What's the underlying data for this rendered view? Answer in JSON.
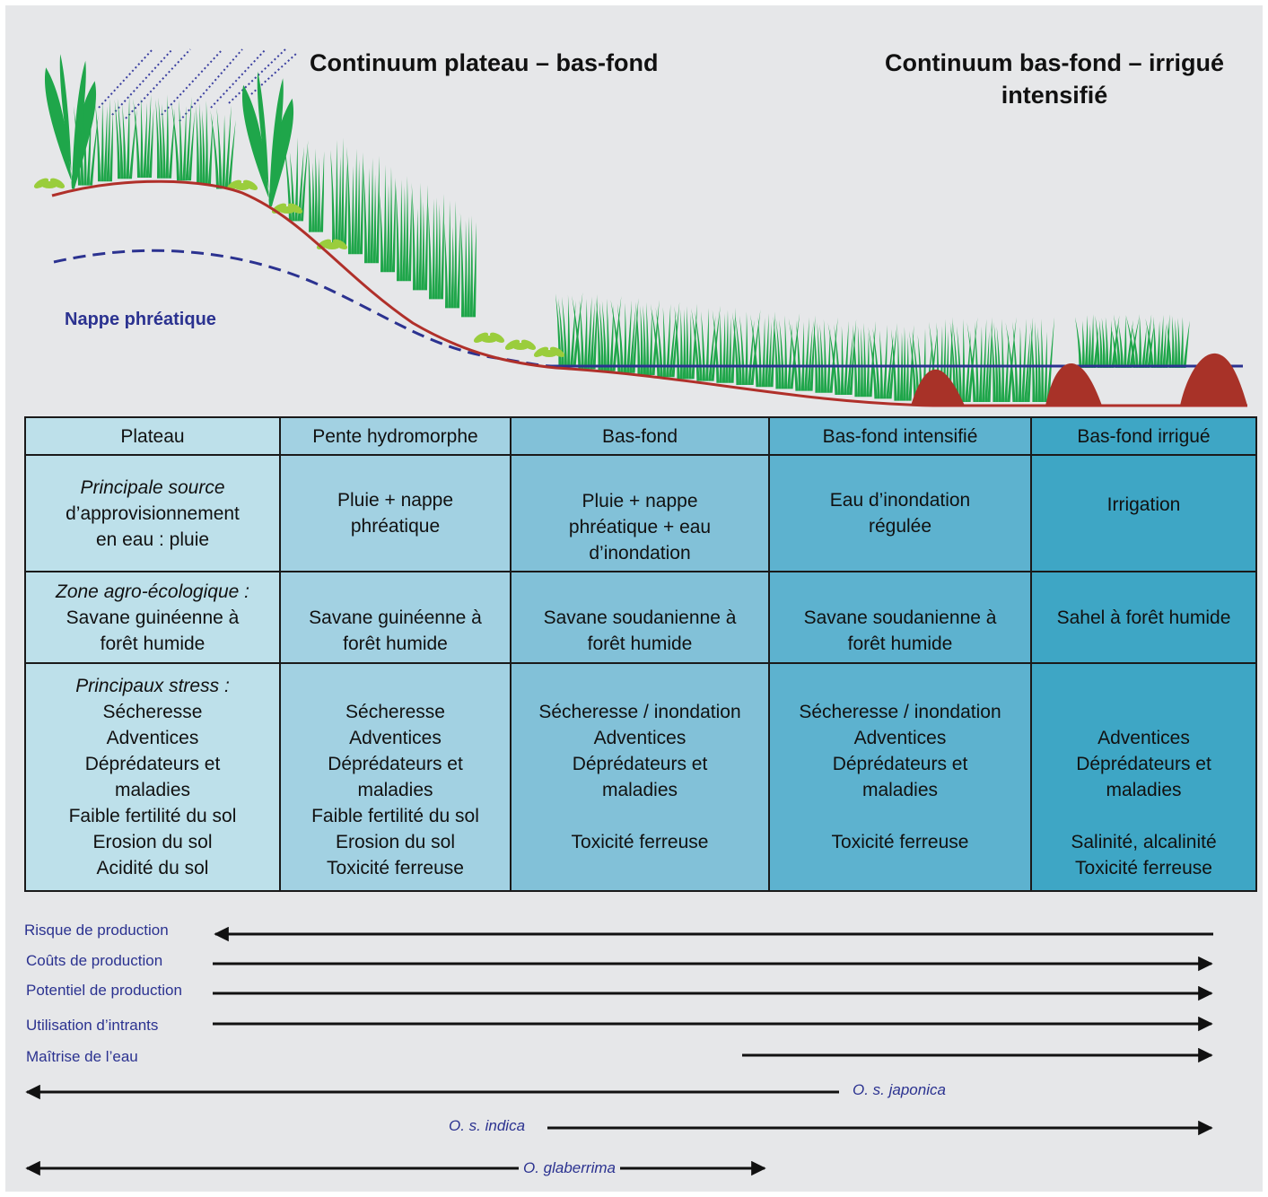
{
  "titles": {
    "left": "Continuum plateau – bas-fond",
    "right": "Continuum bas-fond – irrigué intensifié"
  },
  "nappe_label": "Nappe phréatique",
  "table": {
    "headers": [
      "Plateau",
      "Pente hydromorphe",
      "Bas-fond",
      "Bas-fond intensifié",
      "Bas-fond irrigué"
    ],
    "rows": [
      {
        "label": "Principale source",
        "cells": [
          [
            "d’approvisionnement",
            "en eau : pluie"
          ],
          [
            "Pluie + nappe",
            "phréatique"
          ],
          [
            "Pluie + nappe",
            "phréatique + eau",
            "d’inondation"
          ],
          [
            "Eau d’inondation",
            "régulée"
          ],
          [
            "Irrigation"
          ]
        ]
      },
      {
        "label": "Zone agro-écologique :",
        "cells": [
          [
            "Savane guinéenne à",
            "forêt humide"
          ],
          [
            "Savane guinéenne à",
            "forêt humide"
          ],
          [
            "Savane soudanienne à",
            "forêt humide"
          ],
          [
            "Savane soudanienne à",
            "forêt humide"
          ],
          [
            "Sahel à forêt humide"
          ]
        ]
      },
      {
        "label": "Principaux stress :",
        "cells": [
          [
            "Sécheresse",
            "Adventices",
            "Déprédateurs et",
            "maladies",
            "Faible fertilité du sol",
            "Erosion du sol",
            "Acidité du sol"
          ],
          [
            "Sécheresse",
            "Adventices",
            "Déprédateurs et",
            "maladies",
            "Faible fertilité du sol",
            "Erosion du sol",
            "Toxicité ferreuse"
          ],
          [
            "Sécheresse / inondation",
            "Adventices",
            "Déprédateurs et",
            "maladies",
            "",
            "Toxicité ferreuse",
            ""
          ],
          [
            "Sécheresse / inondation",
            "Adventices",
            "Déprédateurs et",
            "maladies",
            "",
            "Toxicité ferreuse",
            ""
          ],
          [
            "",
            "Adventices",
            "Déprédateurs et",
            "maladies",
            "",
            "Salinité, alcalinité",
            "Toxicité ferreuse"
          ]
        ]
      }
    ]
  },
  "trends": [
    {
      "label": "Risque de production",
      "direction": "left"
    },
    {
      "label": "Coûts de production",
      "direction": "right"
    },
    {
      "label": "Potentiel de production",
      "direction": "right"
    },
    {
      "label": "Utilisation d’intrants",
      "direction": "right"
    },
    {
      "label": "Maîtrise de l’eau",
      "direction": "right"
    }
  ],
  "species": [
    {
      "label": "O. s. japonica",
      "direction": "left"
    },
    {
      "label": "O. s. indica",
      "direction": "right"
    },
    {
      "label": "O. glaberrima",
      "direction": "both"
    }
  ],
  "colors": {
    "background": "#e6e7e9",
    "soil_line": "#b0302a",
    "water_table": "#2b3290",
    "plant_green": "#1fa64a",
    "seedling": "#9acd3c",
    "bund": "#a83228",
    "text_blue": "#2b3290",
    "col_shades": [
      "#bde0ea",
      "#a2d1e2",
      "#82c1d8",
      "#5db2cf",
      "#3ea6c5"
    ]
  }
}
